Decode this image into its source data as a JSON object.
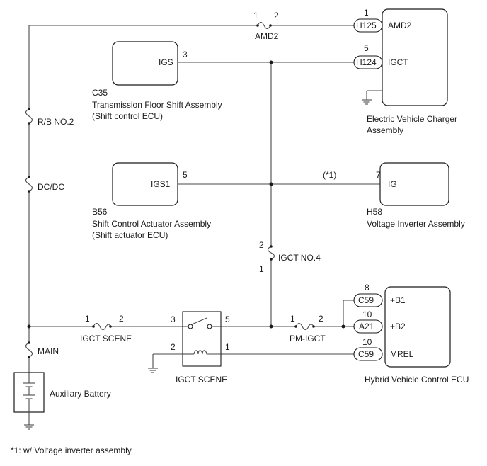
{
  "components": {
    "ev_charger": {
      "name_line1": "Electric Vehicle Charger",
      "name_line2": "Assembly",
      "pins": [
        {
          "num": "1",
          "connector": "H125",
          "signal": "AMD2"
        },
        {
          "num": "5",
          "connector": "H124",
          "signal": "IGCT"
        }
      ]
    },
    "c35": {
      "code": "C35",
      "name_line1": "Transmission Floor Shift Assembly",
      "name_line2": "(Shift control ECU)",
      "pin_num": "3",
      "pin_signal": "IGS"
    },
    "b56": {
      "code": "B56",
      "name_line1": "Shift Control Actuator Assembly",
      "name_line2": "(Shift actuator ECU)",
      "pin_num": "5",
      "pin_signal": "IGS1"
    },
    "h58": {
      "code": "H58",
      "name_line1": "Voltage Inverter Assembly",
      "pin_num": "7",
      "pin_signal": "IG",
      "note_marker": "(*1)"
    },
    "hv_ecu": {
      "name": "Hybrid Vehicle Control ECU",
      "pins": [
        {
          "num": "8",
          "connector": "C59",
          "signal": "+B1"
        },
        {
          "num": "10",
          "connector": "A21",
          "signal": "+B2"
        },
        {
          "num": "10",
          "connector": "C59",
          "signal": "MREL"
        }
      ]
    },
    "relay": {
      "name": "IGCT SCENE",
      "pins": {
        "p1": "1",
        "p2": "2",
        "p3": "3",
        "p5": "5"
      }
    },
    "battery": {
      "name": "Auxiliary Battery"
    }
  },
  "fuses": {
    "amd2": {
      "name": "AMD2",
      "pin_left": "1",
      "pin_right": "2"
    },
    "rb_no2": {
      "name": "R/B NO.2"
    },
    "dcdc": {
      "name": "DC/DC"
    },
    "main": {
      "name": "MAIN"
    },
    "igct_scene": {
      "name": "IGCT SCENE",
      "pin_left": "1",
      "pin_right": "2"
    },
    "igct_no4": {
      "name": "IGCT NO.4",
      "pin_top": "2",
      "pin_bottom": "1"
    },
    "pm_igct": {
      "name": "PM-IGCT",
      "pin_left": "1",
      "pin_right": "2"
    }
  },
  "footnote": "*1: w/ Voltage inverter assembly"
}
